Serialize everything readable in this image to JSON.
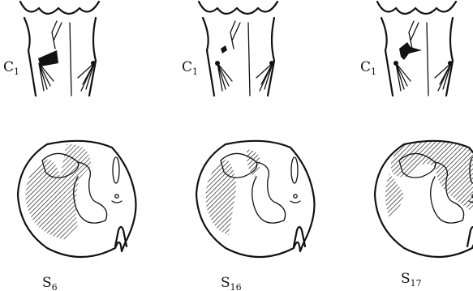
{
  "panels": [
    {
      "level_label": "C",
      "level_sub": "1",
      "section_label": "S",
      "section_sub": "6"
    },
    {
      "level_label": "C",
      "level_sub": "1",
      "section_label": "S",
      "section_sub": "16"
    },
    {
      "level_label": "C",
      "level_sub": "1",
      "section_label": "S",
      "section_sub": "17"
    }
  ]
}
